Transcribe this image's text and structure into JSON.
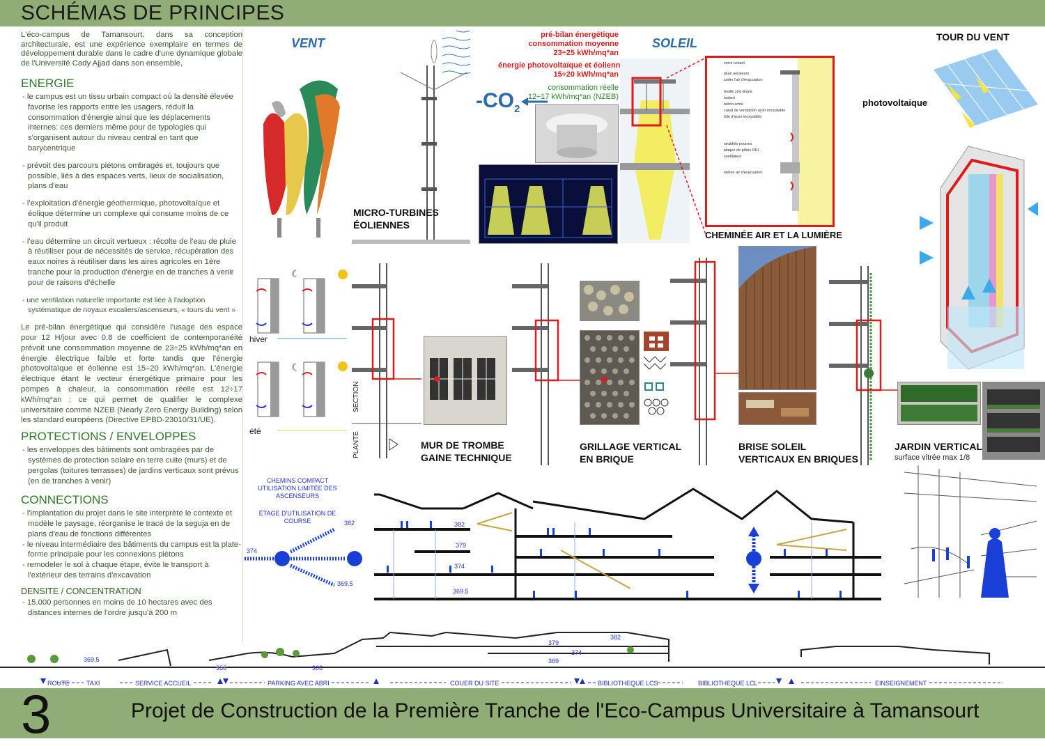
{
  "header": {
    "title": "SCHÉMAS DE PRINCIPES"
  },
  "footer": {
    "number": "3",
    "title": "Projet de Construction de la Première Tranche de l'Eco-Campus Universitaire à Tamansourt"
  },
  "text_panel": {
    "intro": "L'éco-campus de Tamansourt, dans sa conception architecturale, est une expérience exemplaire en termes de développement durable dans le cadre d'une dynamique globale de l'Université Cady Ajjad dans son ensemble,",
    "energie": {
      "heading": "ENERGIE",
      "items": [
        "- le campus est un tissu urbain compact où la densité élevée favorise les rapports entre les usagers, réduit la consommation d'énergie ainsi que les déplacements internes: ces derniers même pour de typologies qui s'organisent autour du niveau central en tant que barycentrique",
        "- prévoit des parcours piétons ombragés et, toujours que possible, liés à des espaces verts, lieux de socialisation, plans d'eau",
        "- l'exploitation d'énergie géothermique, photovoltaïque et éolique détermine un complexe qui consume moins de ce qu'il produit",
        "- l'eau détermine un circuit vertueux : récolte de l'eau de pluie à réutiliser pour de nécessités de service, récupération des eaux noires à réutiliser dans les aires agricoles en 1ère tranche pour la production d'énergie en de tranches à venir pour de raisons d'échelle",
        "- une ventilation naturelle importante est liée à l'adoption systématique de noyaux escaliers/ascenseurs, « tours du vent »"
      ],
      "paragraph": "Le pré-bilan énergétique qui considère l'usage des espace pour 12 H/jour avec 0.8 de coefficient de contemporanéité prévoit une consommation moyenne de 23÷25 kWh/mq*an en énergie électrique faible et forte tandis que l'énergie photovoltaïque et éolienne est 15÷20 kWh/mq*an. L'énergie électrique étant le vecteur énergétique primaire pour les pompes à chaleur, la consommation réelle est 12÷17 kWh/mq*an : ce qui permet de qualifier le complexe universitaire comme NZEB (Nearly Zero Energy Building) selon les standard européens (Directive EPBD-23010/31/UE)."
    },
    "protections": {
      "heading": "PROTECTIONS / ENVELOPPES",
      "items": [
        "- les enveloppes des bâtiments sont ombragées par de systèmes de protection solaire en terre cuite (murs) et de pergolas (toitures terrasses) de jardins verticaux sont prévus (en de tranches à venir)"
      ]
    },
    "connections": {
      "heading": "CONNECTIONS",
      "items": [
        "- l'implantation du projet dans le site interprète le contexte et modèle le paysage, réorganise le tracé de la seguja en de plans d'eau de fonctions différentes",
        "- le niveau intermédiaire des bâtiments du campus est la plate-forme principale pour les connexions piétons",
        "- remodeler le sol à chaque étape, évite le transport à l'extérieur des terrains d'excavation"
      ]
    },
    "densite": {
      "heading": "DENSITE  / CONCENTRATION",
      "items": [
        "- 15.000 personnes en moins de 10 hectares avec des distances internes de l'ordre jusqu'à 200 m"
      ]
    }
  },
  "diagram": {
    "vent_heading": "VENT",
    "soleil_heading": "SOLEIL",
    "tower_heading": "TOUR DU VENT",
    "photovoltaique": "photovoltaique",
    "micro_turbines": "MICRO-TURBINES\nÉOLIENNES",
    "cheminee": "CHEMINÉE AIR ET LA LUMIÈRE",
    "energy_red_1": "pré-bilan énergétique\nconsommation moyenne\n23÷25 kWh/mq*an",
    "energy_red_2": "énergie photovoltaïque et éolienne\n15÷20 kWh/mq*an",
    "energy_green": "consommation réelle\n12÷17 kWh/mq*an (NZEB)",
    "co2": "-CO",
    "co2_sub": "2",
    "hiver": "hiver",
    "ete": "été",
    "section": "SECTION",
    "plante": "PLANTE",
    "mur_trombe": "MUR DE TROMBE\nGAINE TECHNIQUE",
    "grillage": "GRILLAGE VERTICAL\nEN BRIQUE",
    "brise_soleil": "BRISE SOLEIL\nVERTICAUX EN BRIQUES",
    "jardin": "JARDIN VERTICAL",
    "jardin_sub": "surface vitrée max 1/8",
    "detail_labels": [
      "verre isolant",
      "pluie aérateurs",
      "sortie l'air d'évacuation",
      "feuille zinc-titane",
      "isolant",
      "béton armé",
      "canal de ventilation acier inoxydable",
      "tôle d'acier inoxydable",
      "stratifiés poutres",
      "plaque de plâtre REI",
      "ventilateur",
      "entrée air d'évacuation"
    ],
    "chemins": "CHEMINS COMPACT\nUTILISATION LIMITÉE DES\nASCENSEURS",
    "etage": "ÉTAGE D'UTILISATION DE\nCOURSE",
    "levels": [
      "374",
      "382",
      "369.5",
      "382",
      "379",
      "374",
      "369.5"
    ],
    "strip_levels": [
      "369.5",
      "366",
      "366",
      "379",
      "374",
      "369",
      "382"
    ],
    "strip_labels": [
      "ROUTE",
      "TAXI",
      "SERVICE ACCUEIL",
      "PARKING AVEC ABRI",
      "COUER DU SITE",
      "BIBLIOTHEQUE LCS",
      "BIBLIOTHEQUE LCL",
      "EINSEIGNEMENT"
    ]
  },
  "colors": {
    "header_green": "#8fad74",
    "text_green": "#3a5a2e",
    "heading_green": "#2f7a2a",
    "blue": "#2c6aa8",
    "red": "#d61f1f",
    "marker_blue": "#1a3fd6"
  }
}
